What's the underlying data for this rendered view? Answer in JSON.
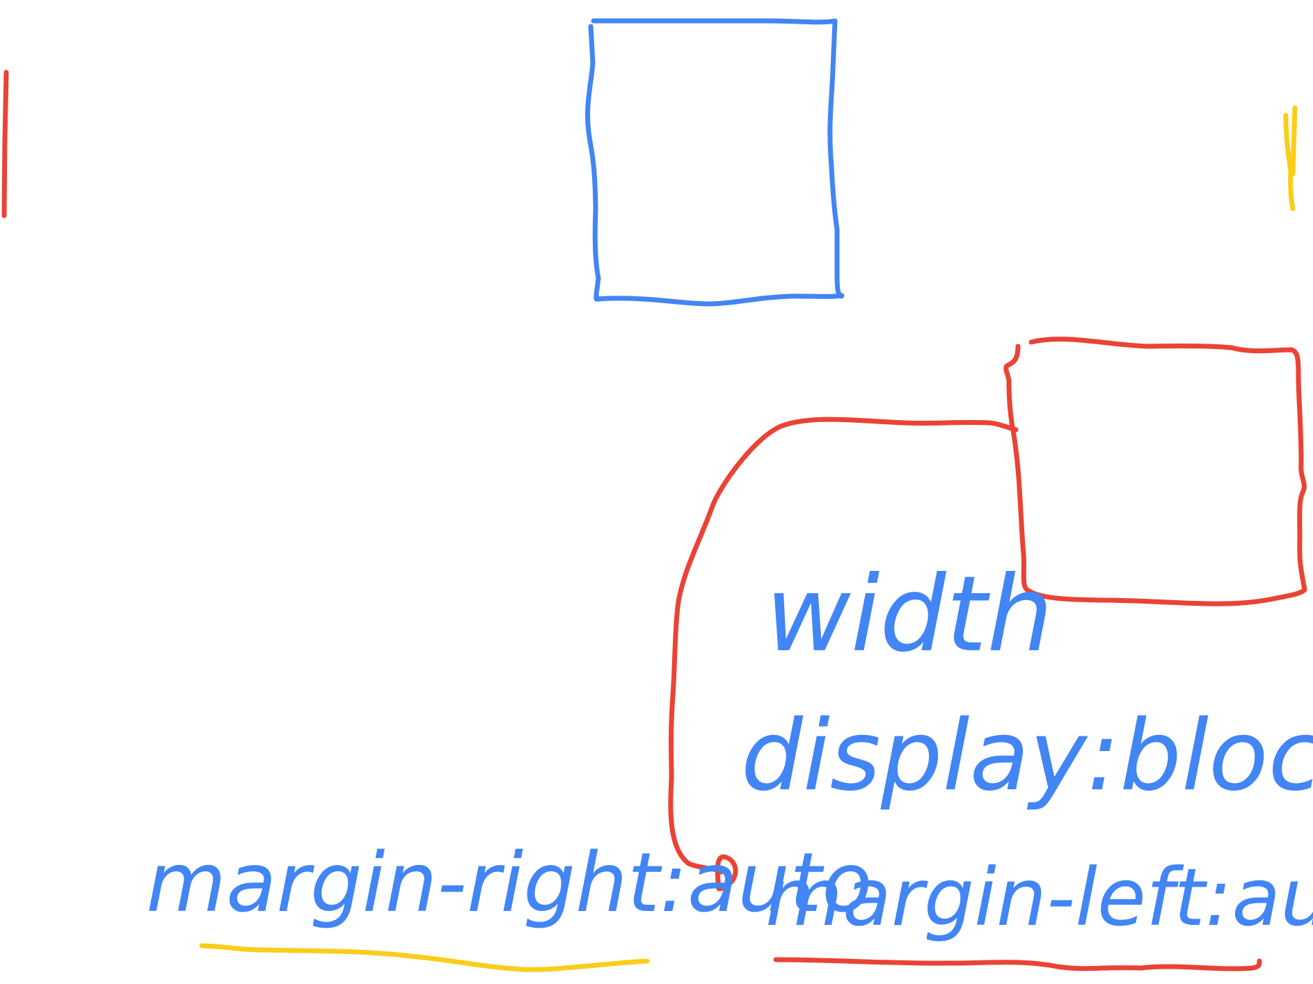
{
  "colors": {
    "blue": "#4285f4",
    "red": "#ea4335",
    "yellow": "#fbcd1b",
    "background": "#ffffff"
  },
  "labels": {
    "width": "width",
    "display": "display:block",
    "margin_right": "margin-right:auto",
    "margin_left": "margin-left:auto"
  }
}
